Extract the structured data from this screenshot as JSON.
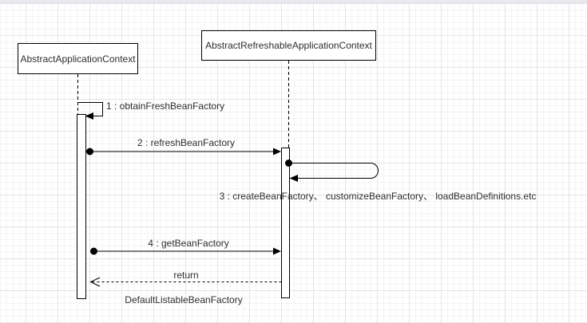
{
  "canvas": {
    "background_color": "#ffffff",
    "grid_minor_color": "#f4f4f7",
    "grid_major_color": "#e3e4e8",
    "line_color": "#000000"
  },
  "participants": [
    {
      "label": "AbstractApplicationContext"
    },
    {
      "label": "AbstractRefreshableApplicationContext"
    }
  ],
  "messages": {
    "m1": {
      "label": "1 : obtainFreshBeanFactory",
      "type": "self"
    },
    "m2": {
      "label": "2 : refreshBeanFactory",
      "type": "solid-arrow"
    },
    "m3": {
      "label": "3 : createBeanFactory、 customizeBeanFactory、 loadBeanDefinitions.etc",
      "type": "self-loop"
    },
    "m4": {
      "label": "4 : getBeanFactory",
      "type": "solid-arrow"
    },
    "ret": {
      "label": "return",
      "result": "DefaultListableBeanFactory",
      "type": "dashed-return"
    }
  }
}
